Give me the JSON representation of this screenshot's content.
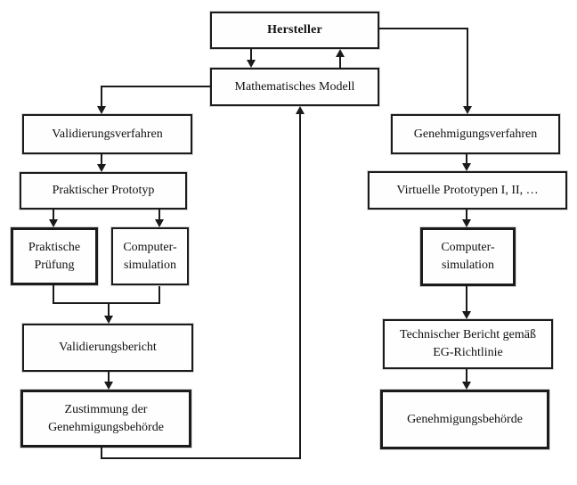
{
  "diagram_type": "flowchart",
  "colors": {
    "background": "#ffffff",
    "box_border": "#1b1b1b",
    "line": "#1a1a1a",
    "text": "#101010"
  },
  "nodes": {
    "hersteller": {
      "label": "Hersteller"
    },
    "mathematisches_modell": {
      "label": "Mathematisches Modell"
    },
    "validierungsverfahren": {
      "label": "Validierungsverfahren"
    },
    "praktischer_prototyp": {
      "label": "Praktischer Prototyp"
    },
    "praktische_pruefung": {
      "line1": "Praktische",
      "line2": "Prüfung"
    },
    "computer_simulation_links": {
      "line1": "Computer-",
      "line2": "simulation"
    },
    "validierungsbericht": {
      "label": "Validierungsbericht"
    },
    "zustimmung_genehmigungsbehoerde": {
      "line1": "Zustimmung der",
      "line2": "Genehmigungsbehörde"
    },
    "genehmigungsverfahren": {
      "label": "Genehmigungsverfahren"
    },
    "virtuelle_prototypen": {
      "label": "Virtuelle Prototypen I, II, …"
    },
    "computer_simulation_rechts": {
      "line1": "Computer-",
      "line2": "simulation"
    },
    "technischer_bericht": {
      "line1": "Technischer Bericht gemäß",
      "line2": "EG-Richtlinie"
    },
    "genehmigungsbehoerde": {
      "label": "Genehmigungsbehörde"
    }
  },
  "edges": [
    {
      "from": "Hersteller",
      "to": "Mathematisches Modell"
    },
    {
      "from": "Mathematisches Modell",
      "to": "Hersteller"
    },
    {
      "from": "Hersteller",
      "to": "Genehmigungsverfahren"
    },
    {
      "from": "Mathematisches Modell",
      "to": "Validierungsverfahren"
    },
    {
      "from": "Validierungsverfahren",
      "to": "Praktischer Prototyp"
    },
    {
      "from": "Praktischer Prototyp",
      "to": "Praktische Prüfung"
    },
    {
      "from": "Praktischer Prototyp",
      "to": "Computer-simulation (links)"
    },
    {
      "from": "Praktische Prüfung / Computer-simulation (links)",
      "to": "Validierungsbericht"
    },
    {
      "from": "Validierungsbericht",
      "to": "Zustimmung der Genehmigungsbehörde"
    },
    {
      "from": "Zustimmung der Genehmigungsbehörde",
      "to": "Mathematisches Modell"
    },
    {
      "from": "Genehmigungsverfahren",
      "to": "Virtuelle Prototypen I, II, …"
    },
    {
      "from": "Virtuelle Prototypen I, II, …",
      "to": "Computer-simulation (rechts)"
    },
    {
      "from": "Computer-simulation (rechts)",
      "to": "Technischer Bericht gemäß EG-Richtlinie"
    },
    {
      "from": "Technischer Bericht gemäß EG-Richtlinie",
      "to": "Genehmigungsbehörde"
    }
  ]
}
